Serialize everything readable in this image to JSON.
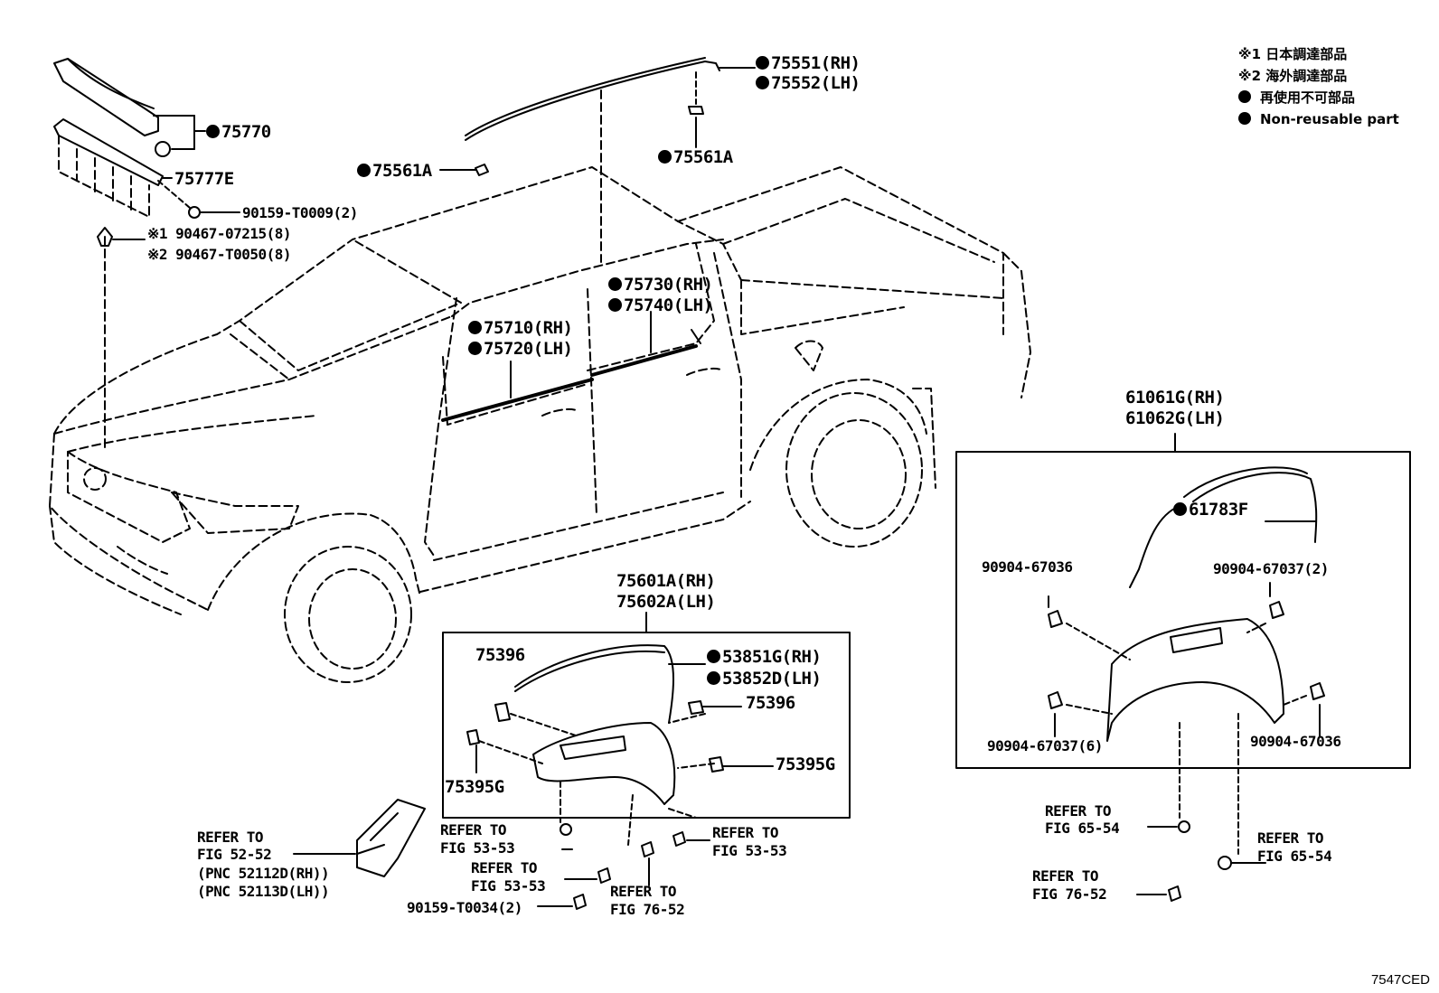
{
  "legend": {
    "note1": "※1 日本調達部品",
    "note2": "※2 海外調達部品",
    "nonreusable_jp": "再使用不可部品",
    "nonreusable_en": "Non-reusable part"
  },
  "diagram_code": "7547CED",
  "labels": {
    "p75770": "75770",
    "p75777E": "75777E",
    "p90159_T0009": "90159-T0009(2)",
    "p90467_07215": "※1 90467-07215(8)",
    "p90467_T0050": "※2 90467-T0050(8)",
    "p75551": "75551(RH)",
    "p75552": "75552(LH)",
    "p75561A_left": "75561A",
    "p75561A_right": "75561A",
    "p75730": "75730(RH)",
    "p75740": "75740(LH)",
    "p75710": "75710(RH)",
    "p75720": "75720(LH)",
    "p61061G": "61061G(RH)",
    "p61062G": "61062G(LH)",
    "p61783F": "61783F",
    "p90904_67036_tl": "90904-67036",
    "p90904_67037_2": "90904-67037(2)",
    "p90904_67037_6": "90904-67037(6)",
    "p90904_67036_br": "90904-67036",
    "p75601A": "75601A(RH)",
    "p75602A": "75602A(LH)",
    "p75396_left": "75396",
    "p53851G": "53851G(RH)",
    "p53852D": "53852D(LH)",
    "p75396_right": "75396",
    "p75395G_right": "75395G",
    "p75395G_left": "75395G",
    "refer_52_52_a": "REFER TO",
    "refer_52_52_b": "FIG 52-52",
    "pnc_52112D": "(PNC 52112D(RH))",
    "pnc_52113D": "(PNC 52113D(LH))",
    "refer_53_53_1a": "REFER TO",
    "refer_53_53_1b": "FIG 53-53",
    "refer_53_53_2a": "REFER TO",
    "refer_53_53_2b": "FIG 53-53",
    "refer_53_53_3a": "REFER TO",
    "refer_53_53_3b": "FIG 53-53",
    "p90159_T0034": "90159-T0034(2)",
    "refer_76_52_1a": "REFER TO",
    "refer_76_52_1b": "FIG 76-52",
    "refer_65_54_1a": "REFER TO",
    "refer_65_54_1b": "FIG 65-54",
    "refer_65_54_2a": "REFER TO",
    "refer_65_54_2b": "FIG 65-54",
    "refer_76_52_2a": "REFER TO",
    "refer_76_52_2b": "FIG 76-52"
  }
}
